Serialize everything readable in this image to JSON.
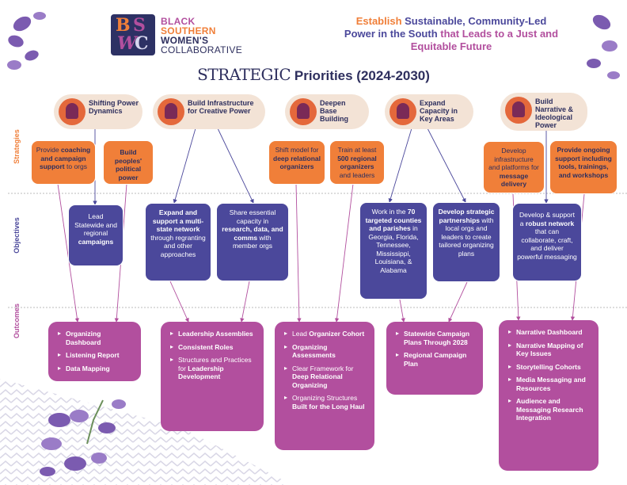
{
  "logo": {
    "letters": [
      "B",
      "S",
      "W",
      "C"
    ],
    "org_lines": [
      "BLACK",
      "SOUTHERN",
      "WOMEN'S",
      "COLLABORATIVE"
    ]
  },
  "tagline": {
    "parts": [
      {
        "text": "Establish ",
        "color": "#f07f39"
      },
      {
        "text": "Sustainable, Community-Led",
        "color": "#4b489b"
      },
      {
        "text": " Power in the South",
        "color": "#4b489b"
      },
      {
        "text": " that Leads to a ",
        "color": "#b24f9e"
      },
      {
        "text": "Just and Equitable Future",
        "color": "#b24f9e"
      }
    ]
  },
  "title": {
    "big": "STRATEGIC",
    "rest": " Priorities (2024-2030)"
  },
  "row_labels": {
    "strategies": "Strategies",
    "objectives": "Objectives",
    "outcomes": "Outcomes"
  },
  "colors": {
    "orange": "#f07f39",
    "navy": "#4b489b",
    "magenta": "#b24f9e",
    "peach": "#f3e3d6"
  },
  "priorities": [
    {
      "label": "Shifting Power Dynamics",
      "icon": "person-icon"
    },
    {
      "label": "Build Infrastructure for Creative Power",
      "icon": "person-icon"
    },
    {
      "label": "Deepen Base Building",
      "icon": "group-icon"
    },
    {
      "label": "Expand Capacity in Key Areas",
      "icon": "person-icon"
    },
    {
      "label": "Build Narrative & Ideological Power",
      "icon": "megaphone-icon"
    }
  ],
  "strategies": [
    {
      "html": "Provide <b>coaching and campaign support</b> to orgs"
    },
    {
      "html": "Build peoples' political power"
    },
    {
      "html": "Shift model for <b>deep relational organizers</b>"
    },
    {
      "html": "Train at least <b>500 regional organizers</b> and leaders"
    },
    {
      "html": "Develop infrastructure and platforms for <b>message delivery</b>"
    },
    {
      "html": "Provide ongoing support including tools, trainings, and workshops"
    }
  ],
  "objectives": [
    {
      "html": "Lead Statewide and regional <b>campaigns</b>"
    },
    {
      "html": "<b>Expand and support a multi-state network</b> through regranting and other approaches"
    },
    {
      "html": "Share essential capacity in <b>research, data, and comms</b> with member orgs"
    },
    {
      "html": "Work in the <b>70 targeted counties and parishes</b> in Georgia, Florida, Tennessee, Mississippi, Louisiana, &amp; Alabama"
    },
    {
      "html": "<b>Develop strategic partnerships</b> with local orgs and leaders to create tailored organizing plans"
    },
    {
      "html": "Develop &amp; support a <b>robust network</b> that can collaborate, craft, and deliver powerful messaging"
    }
  ],
  "outcomes": [
    {
      "items": [
        "<b>Organizing Dashboard</b>",
        "<b>Listening Report</b>",
        "<b>Data Mapping</b>"
      ]
    },
    {
      "items": [
        "<b>Leadership Assemblies</b>",
        "<b>Consistent Roles</b>",
        "Structures and Practices for <b>Leadership Development</b>"
      ]
    },
    {
      "items": [
        "Lead <b>Organizer Cohort</b>",
        "<b>Organizing Assessments</b>",
        "Clear Framework for <b>Deep Relational Organizing</b>",
        "Organizing Structures <b>Built for the Long Haul</b>"
      ]
    },
    {
      "items": [
        "<b>Statewide Campaign Plans Through 2028</b>",
        "<b>Regional Campaign Plan</b>"
      ]
    },
    {
      "items": [
        "<b>Narrative Dashboard</b>",
        "<b>Narrative Mapping of Key Issues</b>",
        "<b>Storytelling Cohorts</b>",
        "<b>Media Messaging and Resources</b>",
        "<b>Audience and Messaging Research Integration</b>"
      ]
    }
  ]
}
